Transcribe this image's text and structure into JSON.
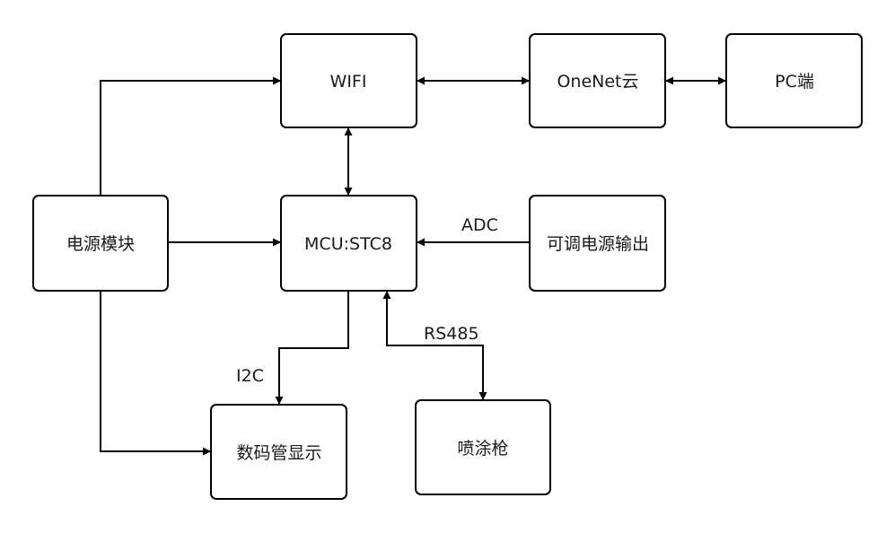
{
  "nodes": {
    "wifi": "WIFI",
    "onenet": "OneNet云",
    "pc": "PC端",
    "power": "电源模块",
    "mcu": "MCU:STC8",
    "adjustable_power": "可调电源输出",
    "display": "数码管显示",
    "spray_gun": "喷涂枪"
  },
  "edge_labels": {
    "adc": "ADC",
    "i2c": "I2C",
    "rs485": "RS485"
  },
  "colors": {
    "stroke": "#000000",
    "fill": "#ffffff",
    "text": "#1a1a1a"
  }
}
